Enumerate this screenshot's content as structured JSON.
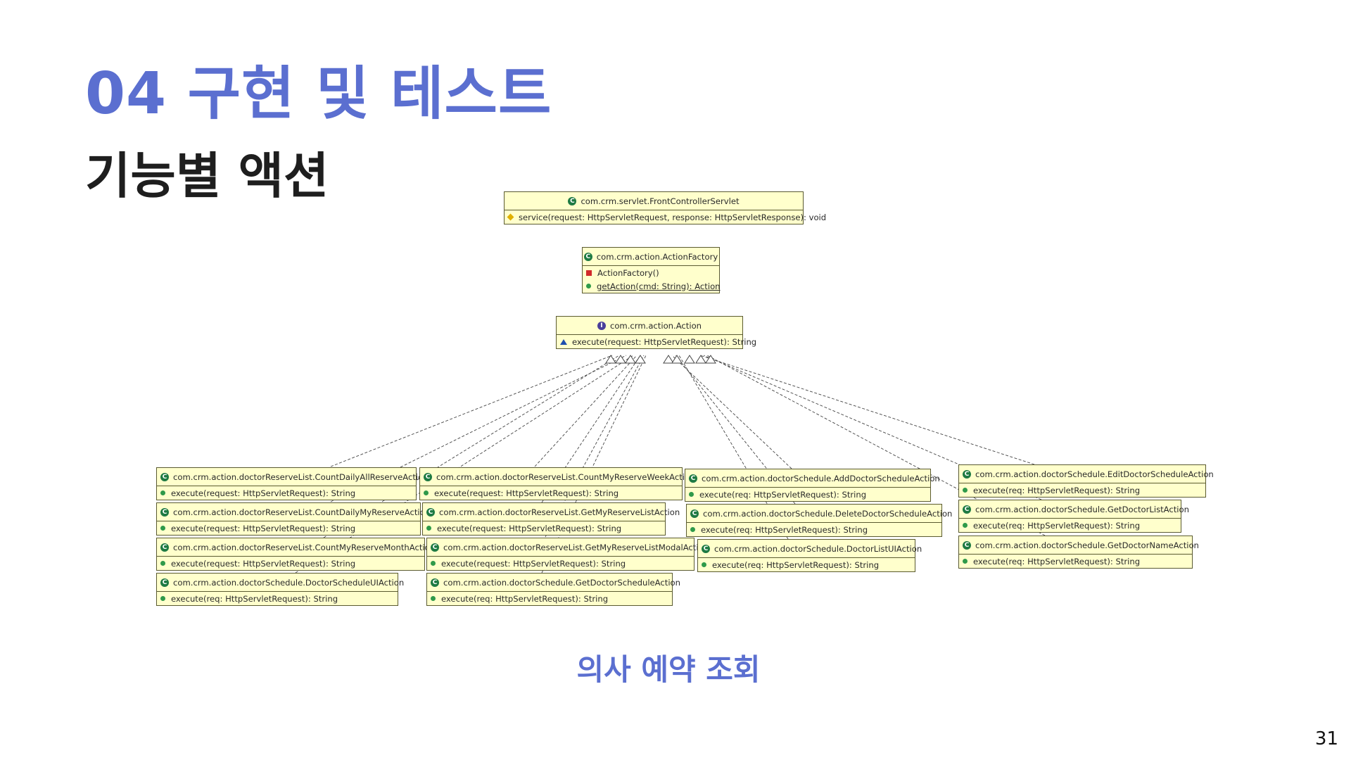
{
  "header": {
    "section_title": "04 구현 및 테스트",
    "subtitle": "기능별 액션"
  },
  "caption": "의사 예약 조회",
  "page_number": "31",
  "colors": {
    "accent": "#5b6fd0",
    "uml_fill": "#ffffcc",
    "uml_border": "#5a5a30"
  },
  "uml": {
    "front_controller": {
      "name": "com.crm.servlet.FrontControllerServlet",
      "method": "service(request: HttpServletRequest, response: HttpServletResponse): void"
    },
    "action_factory": {
      "name": "com.crm.action.ActionFactory",
      "constructor": "ActionFactory()",
      "method": "getAction(cmd: String): Action"
    },
    "action_interface": {
      "name": "com.crm.action.Action",
      "method": "execute(request: HttpServletRequest): String"
    },
    "implementations": [
      {
        "name": "com.crm.action.doctorReserveList.CountDailyAllReserveAction",
        "method": "execute(request: HttpServletRequest): String"
      },
      {
        "name": "com.crm.action.doctorReserveList.CountDailyMyReserveAction",
        "method": "execute(request: HttpServletRequest): String"
      },
      {
        "name": "com.crm.action.doctorReserveList.CountMyReserveMonthAction",
        "method": "execute(request: HttpServletRequest): String"
      },
      {
        "name": "com.crm.action.doctorSchedule.DoctorScheduleUIAction",
        "method": "execute(req: HttpServletRequest): String"
      },
      {
        "name": "com.crm.action.doctorReserveList.CountMyReserveWeekAction",
        "method": "execute(request: HttpServletRequest): String"
      },
      {
        "name": "com.crm.action.doctorReserveList.GetMyReserveListAction",
        "method": "execute(request: HttpServletRequest): String"
      },
      {
        "name": "com.crm.action.doctorReserveList.GetMyReserveListModalAction",
        "method": "execute(request: HttpServletRequest): String"
      },
      {
        "name": "com.crm.action.doctorSchedule.GetDoctorScheduleAction",
        "method": "execute(req: HttpServletRequest): String"
      },
      {
        "name": "com.crm.action.doctorSchedule.AddDoctorScheduleAction",
        "method": "execute(req: HttpServletRequest): String"
      },
      {
        "name": "com.crm.action.doctorSchedule.DeleteDoctorScheduleAction",
        "method": "execute(req: HttpServletRequest): String"
      },
      {
        "name": "com.crm.action.doctorSchedule.DoctorListUIAction",
        "method": "execute(req: HttpServletRequest): String"
      },
      {
        "name": "com.crm.action.doctorSchedule.EditDoctorScheduleAction",
        "method": "execute(req: HttpServletRequest): String"
      },
      {
        "name": "com.crm.action.doctorSchedule.GetDoctorListAction",
        "method": "execute(req: HttpServletRequest): String"
      },
      {
        "name": "com.crm.action.doctorSchedule.GetDoctorNameAction",
        "method": "execute(req: HttpServletRequest): String"
      }
    ]
  }
}
